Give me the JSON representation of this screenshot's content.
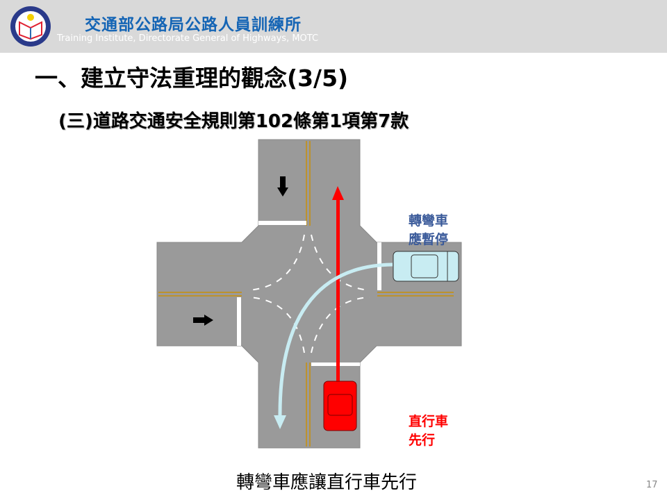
{
  "header": {
    "org_name": "交通部公路局公路人員訓練所",
    "org_name_en": "Training Institute, Directorate General of Highways, MOTC"
  },
  "slide": {
    "title": "一、建立守法重理的觀念(3/5)",
    "subtitle": "(三)道路交通安全規則第102條第1項第7款",
    "labels": {
      "turning": [
        "轉彎車",
        "應暫停"
      ],
      "straight": [
        "直行車",
        "先行"
      ]
    },
    "caption": "轉彎車應讓直行車先行",
    "page_number": "17"
  },
  "colors": {
    "road": "#9a9a9a",
    "center_line": "#c8900a",
    "straight_car": "#ff0000",
    "turning_car": "#c8ecf2",
    "org_text": "#1565b5"
  }
}
